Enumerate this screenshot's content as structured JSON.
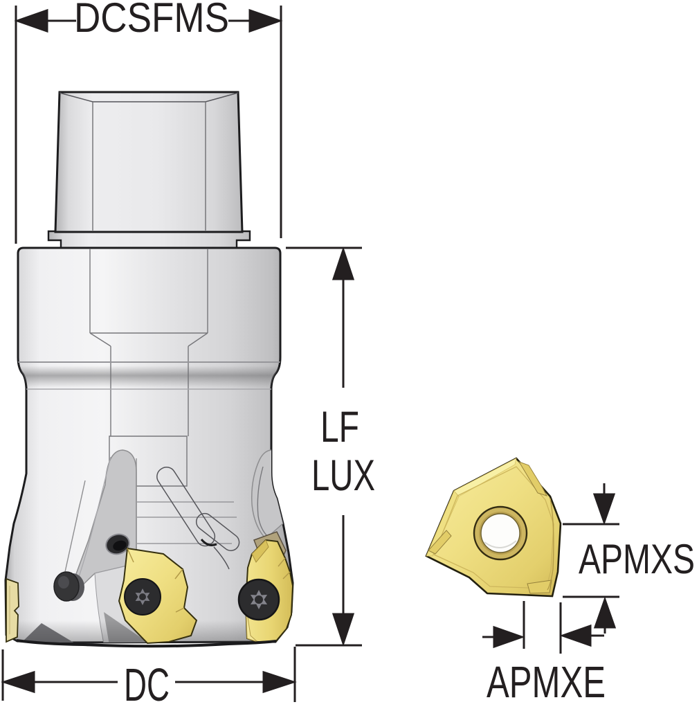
{
  "drawing": {
    "type": "technical-dimension-drawing",
    "subject": "indexable face milling cutter with trigon insert",
    "labels": {
      "dcsfms": "DCSFMS",
      "lf": "LF",
      "lux": "LUX",
      "dc": "DC",
      "apmxs": "APMXS",
      "apmxe": "APMXE"
    },
    "colors": {
      "line": "#231f20",
      "body_gray": "#e9e9eb",
      "flute_gray": "#c6c6c8",
      "insert_yellow": "#eedd7e",
      "insert_edge": "#c9b254",
      "hole_ring_gold": "#cdb660",
      "screw_dark": "#2c2c2e",
      "seat_tan": "#b0a27c",
      "background": "#ffffff"
    }
  }
}
